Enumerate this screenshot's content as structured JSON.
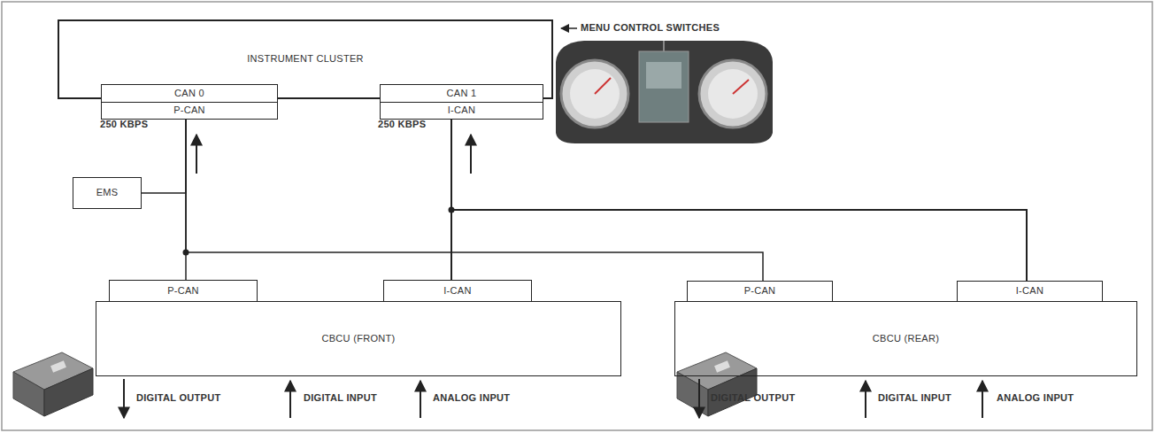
{
  "diagram": {
    "nodes": [
      {
        "text": [
          "INSTRUMENT CLUSTER"
        ]
      },
      {
        "text": [
          "CAN 0",
          "P-CAN"
        ],
        "in": 0
      },
      {
        "text": [
          "CAN 1",
          "I-CAN"
        ],
        "in": 0
      },
      {
        "text": [
          "EMS"
        ]
      },
      {
        "text": [
          "CBCU (FRONT)"
        ]
      },
      {
        "text": [
          "P-CAN"
        ],
        "in": 4
      },
      {
        "text": [
          "I-CAN"
        ],
        "in": 4
      },
      {
        "text": [
          "CBCU (REAR)"
        ]
      },
      {
        "text": [
          "P-CAN"
        ],
        "in": 7
      },
      {
        "text": [
          "I-CAN"
        ],
        "in": 7
      }
    ],
    "edges": [
      {
        "from": 3,
        "to": 1,
        "arrow": "none"
      },
      {
        "from": 5,
        "to": 1,
        "arrow": "none"
      },
      {
        "from": 8,
        "to": 1,
        "arrow": "none"
      },
      {
        "from": 6,
        "to": 2,
        "arrow": "none"
      },
      {
        "from": 9,
        "to": 2,
        "arrow": "none"
      }
    ],
    "labels": [
      "250 KBPS",
      "250 KBPS",
      "MENU CONTROL SWITCHES",
      "DIGITAL OUTPUT",
      "DIGITAL INPUT",
      "ANALOG INPUT",
      "DIGITAL OUTPUT",
      "DIGITAL INPUT",
      "ANALOG INPUT"
    ]
  }
}
